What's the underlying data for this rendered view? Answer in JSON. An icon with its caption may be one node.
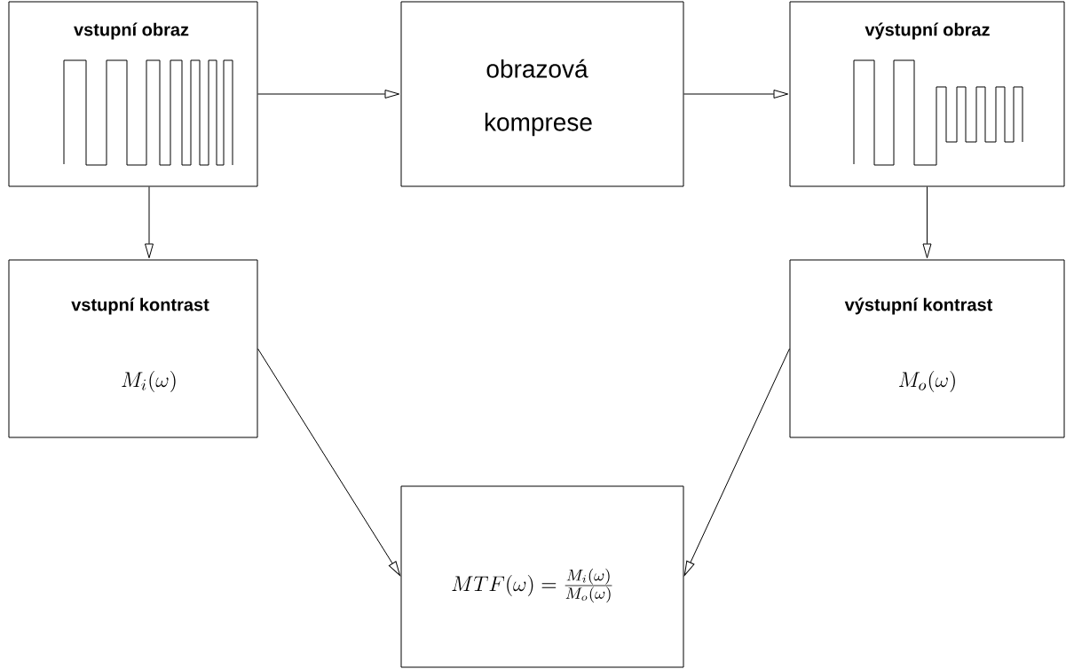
{
  "diagram": {
    "nodes": [
      {
        "text": [
          "vstupní obraz"
        ]
      },
      {
        "text": [
          "obrazová komprese"
        ]
      },
      {
        "text": [
          "výstupní obraz"
        ]
      },
      {
        "text": [
          "vstupní kontrast",
          "M_i(\\omega)"
        ]
      },
      {
        "text": [
          "výstupní kontrast",
          "M_o(\\omega)"
        ]
      },
      {
        "text": [
          "MTF(\\omega) = \\frac{M_i(\\omega)}{M_o(\\omega)}"
        ]
      }
    ],
    "edges": [
      {
        "from": 0,
        "to": 1,
        "arrow": "to"
      },
      {
        "from": 1,
        "to": 2,
        "arrow": "to"
      },
      {
        "from": 0,
        "to": 3,
        "arrow": "to"
      },
      {
        "from": 2,
        "to": 4,
        "arrow": "to"
      },
      {
        "from": 3,
        "to": 5,
        "arrow": "to"
      },
      {
        "from": 4,
        "to": 5,
        "arrow": "to"
      }
    ]
  }
}
